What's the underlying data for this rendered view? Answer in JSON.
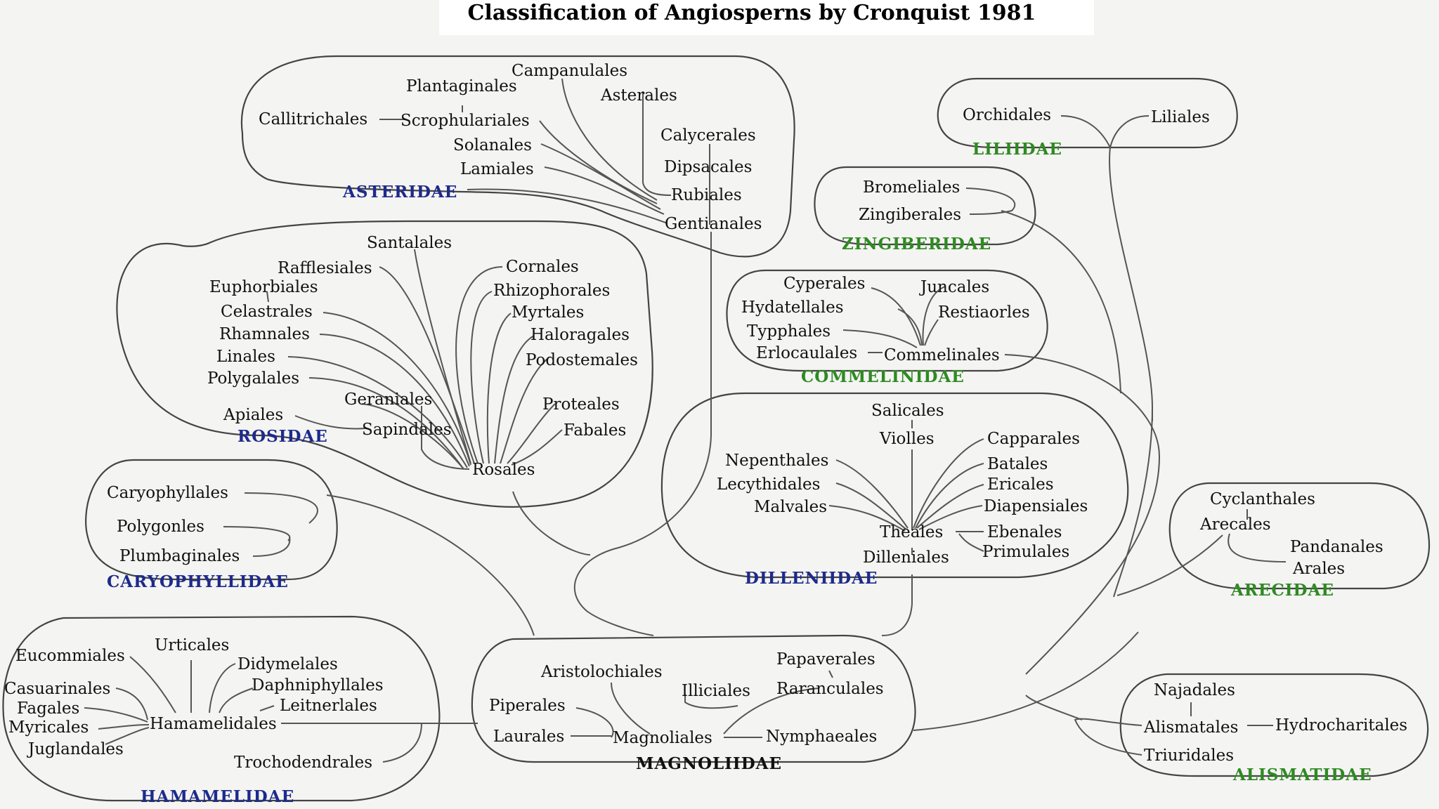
{
  "title": "Classification of Angiosperns by Cronquist 1981",
  "colors": {
    "dicot_subclass": "#1d2a8c",
    "monocot_subclass": "#2e8a22",
    "magnoliidae": "#111111",
    "lines": "#555555"
  },
  "subclasses": {
    "asteridae": "ASTERIDAE",
    "rosidae": "ROSIDAE",
    "caryophyllidae": "CARYOPHYLLIDAE",
    "hamamelidae": "HAMAMELIDAE",
    "magnoliidae": "MAGNOLIIDAE",
    "dilleniidae": "DILLENIIDAE",
    "liliidae": "LILIIDAE",
    "zingiberidae": "ZINGIBERIDAE",
    "commelinidae": "COMMELINIDAE",
    "arecidae": "ARECIDAE",
    "alismatidae": "ALISMATIDAE"
  },
  "orders": {
    "asteridae": [
      "Campanulales",
      "Plantaginales",
      "Asterales",
      "Callitrichales",
      "Scrophulariales",
      "Calycerales",
      "Solanales",
      "Dipsacales",
      "Lamiales",
      "Rubiales",
      "Gentianales"
    ],
    "rosidae": [
      "Santalales",
      "Rafflesiales",
      "Cornales",
      "Euphorbiales",
      "Rhizophorales",
      "Celastrales",
      "Myrtales",
      "Rhamnales",
      "Haloragales",
      "Linales",
      "Podostemales",
      "Polygalales",
      "Geraniales",
      "Proteales",
      "Apiales",
      "Sapindales",
      "Fabales",
      "Rosales"
    ],
    "caryophyllidae": [
      "Caryophyllales",
      "Polygonles",
      "Plumbaginales"
    ],
    "hamamelidae": [
      "Urticales",
      "Eucommiales",
      "Didymelales",
      "Casuarinales",
      "Daphniphyllales",
      "Fagales",
      "Leitnerlales",
      "Myricales",
      "Hamamelidales",
      "Juglandales",
      "Trochodendrales"
    ],
    "magnoliidae": [
      "Aristolochiales",
      "Papaverales",
      "Illiciales",
      "Raranculales",
      "Piperales",
      "Laurales",
      "Magnoliales",
      "Nymphaeales"
    ],
    "dilleniidae": [
      "Salicales",
      "Violles",
      "Capparales",
      "Nepenthales",
      "Batales",
      "Lecythidales",
      "Ericales",
      "Malvales",
      "Diapensiales",
      "Theales",
      "Ebenales",
      "Dilleniales",
      "Primulales"
    ],
    "liliidae": [
      "Orchidales",
      "Liliales"
    ],
    "zingiberidae": [
      "Bromeliales",
      "Zingiberales"
    ],
    "commelinidae": [
      "Cyperales",
      "Juncales",
      "Hydatellales",
      "Restiaorles",
      "Typphales",
      "Erlocaulales",
      "Commelinales"
    ],
    "arecidae": [
      "Cyclanthales",
      "Arecales",
      "Pandanales",
      "Arales"
    ],
    "alismatidae": [
      "Najadales",
      "Alismatales",
      "Hydrocharitales",
      "Triuridales"
    ]
  }
}
